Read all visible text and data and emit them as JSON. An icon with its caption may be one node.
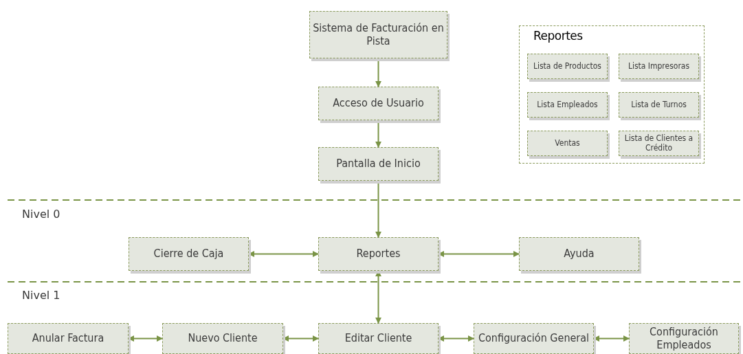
{
  "diagram": {
    "nodes": [
      {
        "text": [
          "Sistema de Facturación en Pista"
        ]
      },
      {
        "text": [
          "Acceso de Usuario"
        ]
      },
      {
        "text": [
          "Pantalla de Inicio"
        ]
      },
      {
        "text": [
          "Reportes"
        ]
      },
      {
        "text": [
          "Lista de Productos"
        ],
        "in": 3
      },
      {
        "text": [
          "Lista Impresoras"
        ],
        "in": 3
      },
      {
        "text": [
          "Lista Empleados"
        ],
        "in": 3
      },
      {
        "text": [
          "Lista de Turnos"
        ],
        "in": 3
      },
      {
        "text": [
          "Ventas"
        ],
        "in": 3
      },
      {
        "text": [
          "Lista de Clientes a Crédito"
        ],
        "in": 3
      },
      {
        "text": [
          "Cierre de Caja"
        ]
      },
      {
        "text": [
          "Reportes"
        ]
      },
      {
        "text": [
          "Ayuda"
        ]
      },
      {
        "text": [
          "Anular Factura"
        ]
      },
      {
        "text": [
          "Nuevo Cliente"
        ]
      },
      {
        "text": [
          "Editar Cliente"
        ]
      },
      {
        "text": [
          "Configuración General"
        ]
      },
      {
        "text": [
          "Configuración Empleados"
        ]
      }
    ],
    "edges": [
      {
        "from": 0,
        "to": 1,
        "arrow": "to"
      },
      {
        "from": 1,
        "to": 2,
        "arrow": "to"
      },
      {
        "from": 2,
        "to": 11,
        "arrow": "to"
      },
      {
        "from": 10,
        "to": 11,
        "arrow": "both"
      },
      {
        "from": 11,
        "to": 12,
        "arrow": "both"
      },
      {
        "from": 11,
        "to": 15,
        "arrow": "both"
      },
      {
        "from": 13,
        "to": 14,
        "arrow": "both"
      },
      {
        "from": 14,
        "to": 15,
        "arrow": "both"
      },
      {
        "from": 15,
        "to": 16,
        "arrow": "both"
      },
      {
        "from": 16,
        "to": 17,
        "arrow": "both"
      }
    ],
    "labels": [
      "Nivel 0",
      "Nivel 1"
    ]
  }
}
